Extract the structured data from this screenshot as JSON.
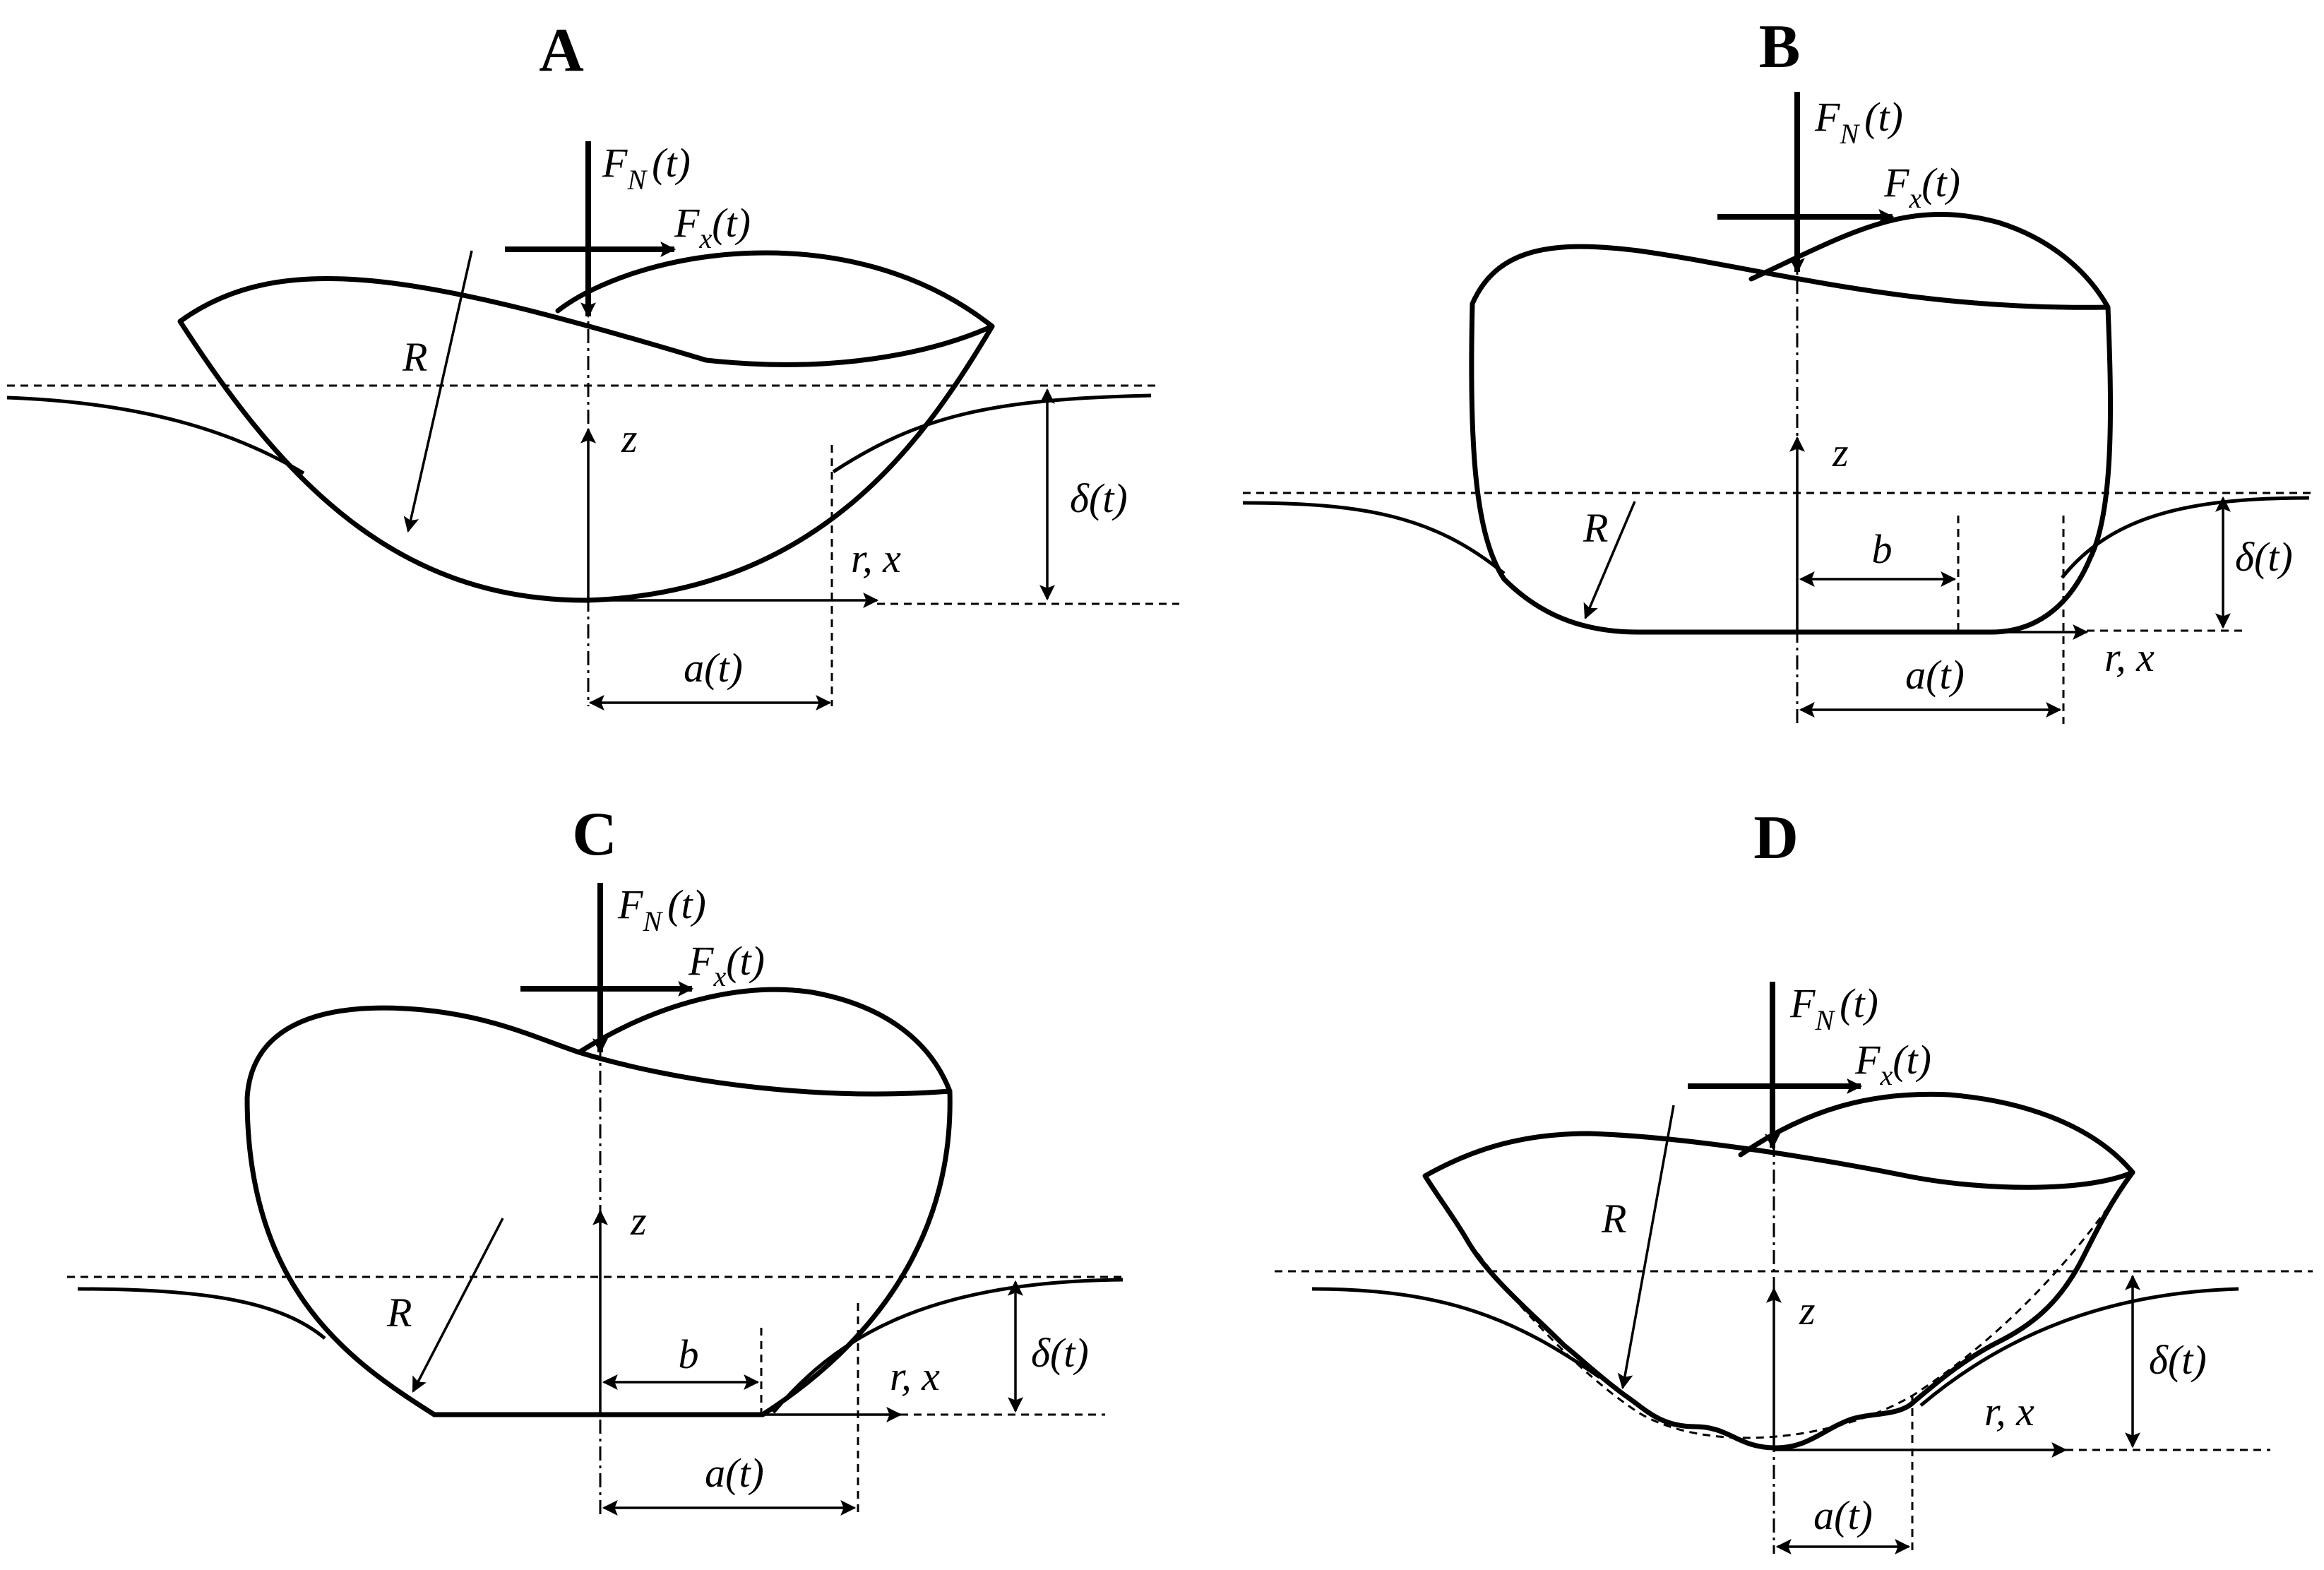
{
  "panels": [
    {
      "id": "A",
      "label": "A",
      "force_normal": "F",
      "force_normal_sub": "N",
      "force_tangential": "F",
      "force_tangential_sub": "x",
      "time_arg": "(t)",
      "radius": "R",
      "z_axis": "z",
      "r_axis": "r, x",
      "contact_radius": "a(t)",
      "indentation": "δ(t)"
    },
    {
      "id": "B",
      "label": "B",
      "force_normal": "F",
      "force_normal_sub": "N",
      "force_tangential": "F",
      "force_tangential_sub": "x",
      "time_arg": "(t)",
      "radius": "R",
      "z_axis": "z",
      "r_axis": "r, x",
      "contact_radius": "a(t)",
      "indentation": "δ(t)",
      "flat_radius": "b"
    },
    {
      "id": "C",
      "label": "C",
      "force_normal": "F",
      "force_normal_sub": "N",
      "force_tangential": "F",
      "force_tangential_sub": "x",
      "time_arg": "(t)",
      "radius": "R",
      "z_axis": "z",
      "r_axis": "r, x",
      "contact_radius": "a(t)",
      "indentation": "δ(t)",
      "flat_radius": "b"
    },
    {
      "id": "D",
      "label": "D",
      "force_normal": "F",
      "force_normal_sub": "N",
      "force_tangential": "F",
      "force_tangential_sub": "x",
      "time_arg": "(t)",
      "radius": "R",
      "z_axis": "z",
      "r_axis": "r, x",
      "contact_radius": "a(t)",
      "indentation": "δ(t)"
    }
  ]
}
